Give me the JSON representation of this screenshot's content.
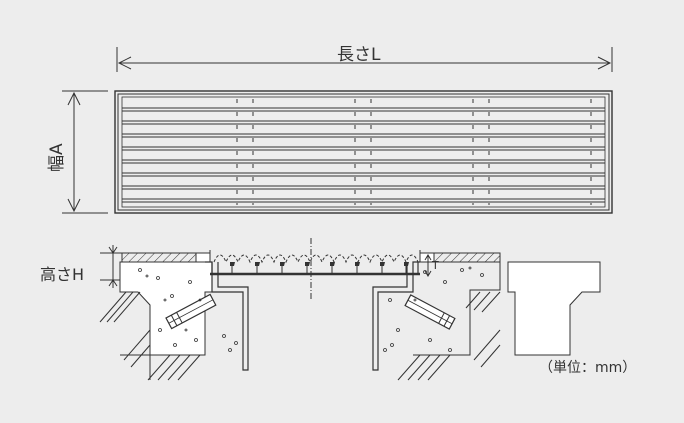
{
  "labels": {
    "length": "長さL",
    "width": "幅A",
    "height": "高さH",
    "unit": "（単位：mm）",
    "small_mark": "T"
  },
  "colors": {
    "background": "#ededed",
    "line": "#333333",
    "concrete": "#ffffff"
  }
}
